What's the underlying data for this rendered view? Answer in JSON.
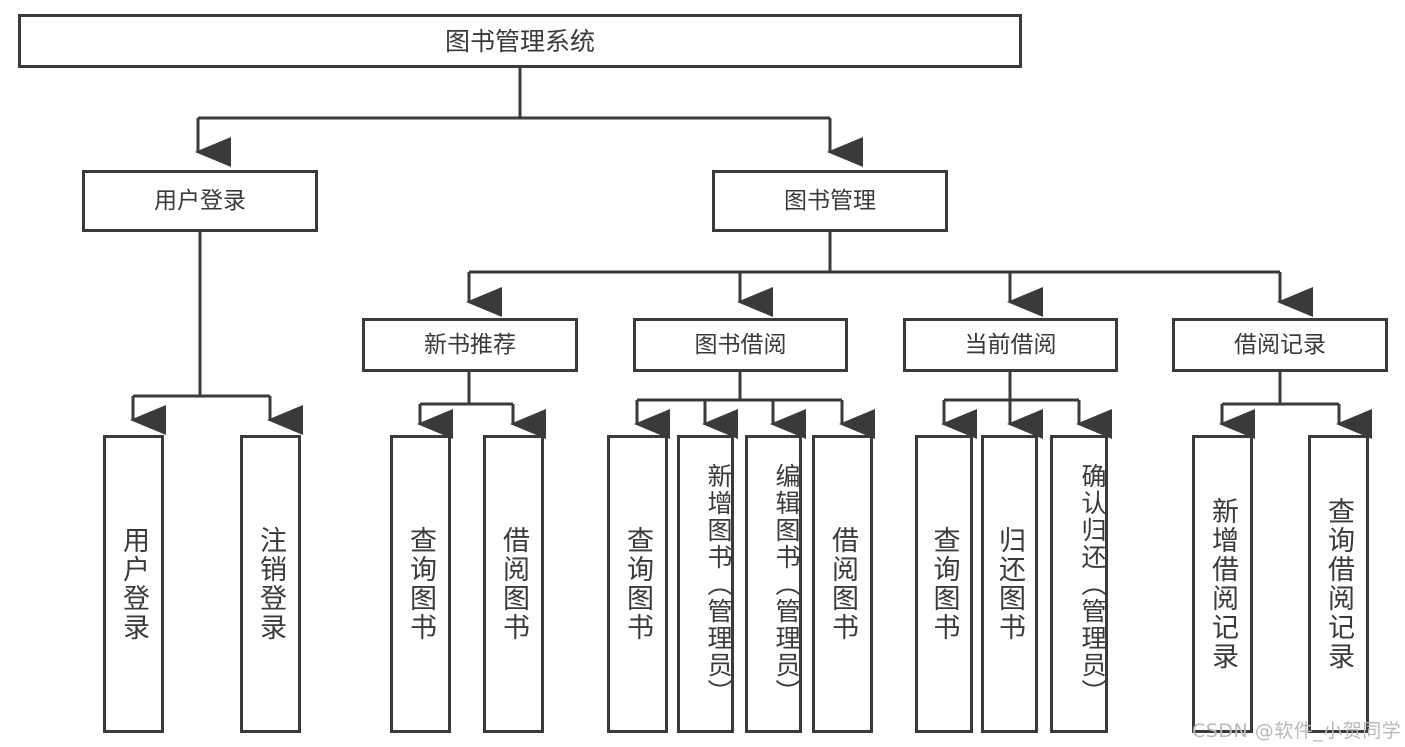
{
  "diagram": {
    "title": "图书管理系统",
    "root": {
      "label": "图书管理系统"
    },
    "level2": [
      {
        "label": "用户登录"
      },
      {
        "label": "图书管理"
      }
    ],
    "level3": [
      {
        "label": "新书推荐"
      },
      {
        "label": "图书借阅"
      },
      {
        "label": "当前借阅"
      },
      {
        "label": "借阅记录"
      }
    ],
    "leaves": [
      {
        "label": "用户登录"
      },
      {
        "label": "注销登录"
      },
      {
        "label": "查询图书"
      },
      {
        "label": "借阅图书"
      },
      {
        "label": "查询图书"
      },
      {
        "label": "新增图书（管理员）"
      },
      {
        "label": "编辑图书（管理员）"
      },
      {
        "label": "借阅图书"
      },
      {
        "label": "查询图书"
      },
      {
        "label": "归还图书"
      },
      {
        "label": "确认归还（管理员）"
      },
      {
        "label": "新增借阅记录"
      },
      {
        "label": "查询借阅记录"
      }
    ]
  },
  "watermark": {
    "text": "CSDN @软件_小贺同学"
  },
  "colors": {
    "stroke": "#3a3a3a",
    "background": "#ffffff",
    "text": "#3a3a3a",
    "watermark": "#b9b9b9"
  }
}
